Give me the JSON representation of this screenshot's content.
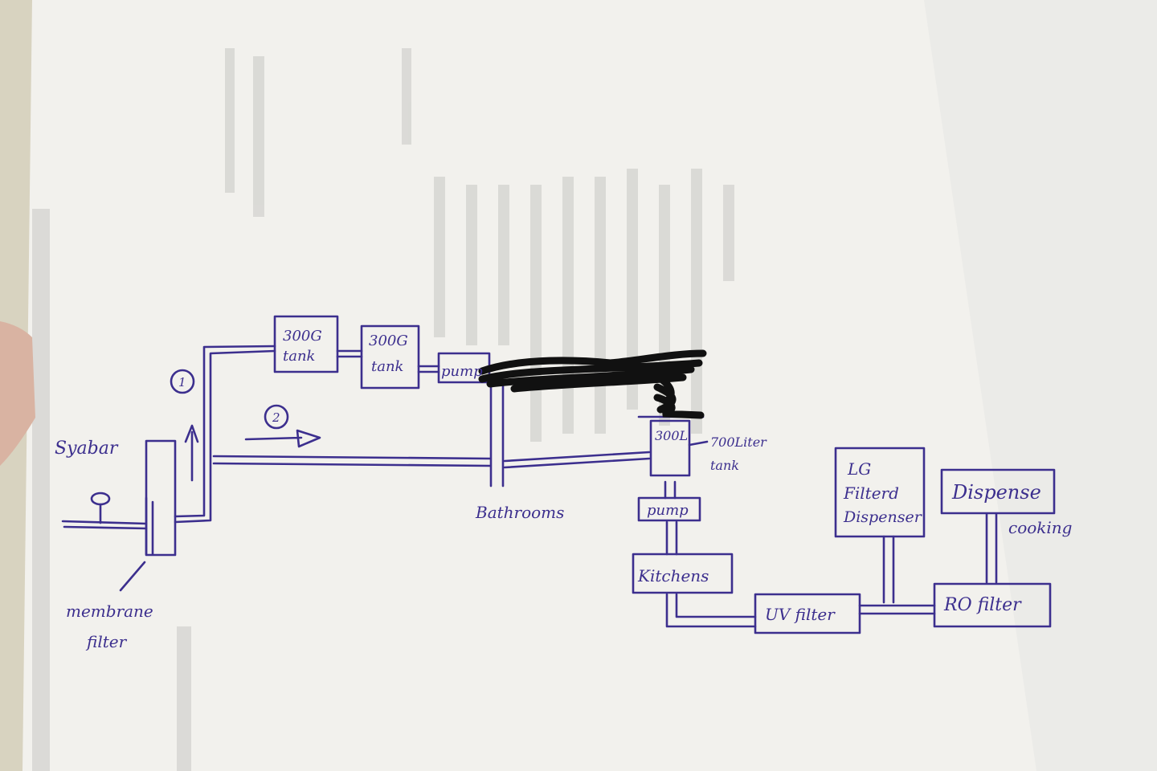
{
  "diagram": {
    "tanks": [
      {
        "id": "tank_a",
        "label_lines": [
          "300G",
          "tank"
        ]
      },
      {
        "id": "tank_b",
        "label_lines": [
          "300G",
          "tank"
        ]
      },
      {
        "id": "tank_c",
        "label": "300L"
      }
    ],
    "pumps": [
      {
        "id": "pump_a",
        "label": "pump"
      },
      {
        "id": "pump_b",
        "label": "pump"
      }
    ],
    "boxes": {
      "kitchens": "Kitchens",
      "uv_filter": "UV filter",
      "ro_filter": "RO filter",
      "lg_dispenser": [
        "LG",
        "Filterd",
        "Dispenser"
      ],
      "dispense": "Dispense"
    },
    "labels": {
      "source": "Syabar",
      "membrane": [
        "membrane",
        "filter"
      ],
      "bathrooms": "Bathrooms",
      "tank_note": [
        "700Liter",
        "tank"
      ],
      "cooking": "cooking",
      "route_1": "1",
      "route_2": "2"
    },
    "ink_color": "#3c2f8e",
    "scribble_color": "#111111",
    "paper_color": "#f1f0ec"
  }
}
